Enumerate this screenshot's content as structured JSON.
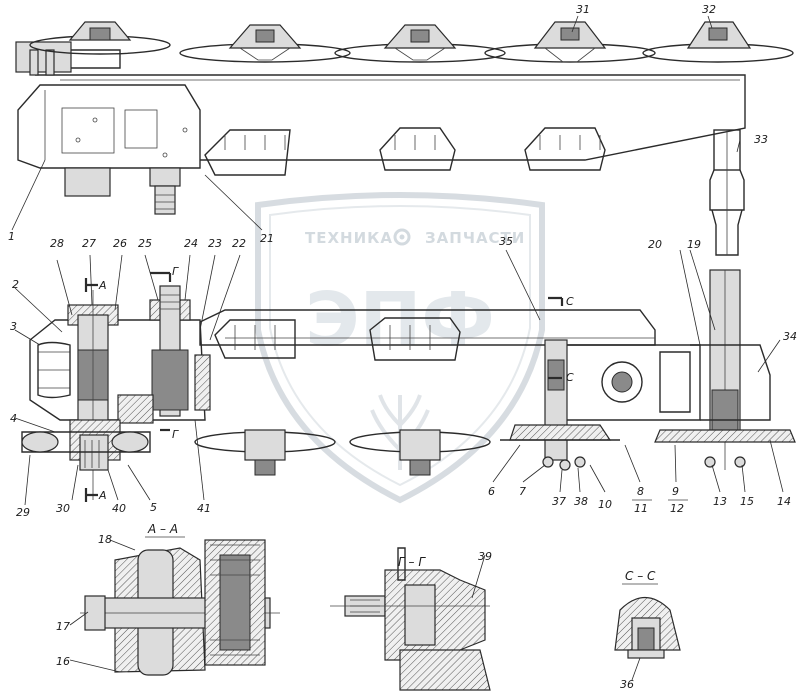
{
  "watermark": {
    "top_left": "ТЕХНИКА",
    "top_right": "ЗАПЧАСТИ",
    "big": "ЭПФ"
  },
  "sections": {
    "a": "А – А",
    "g": "Г – Г",
    "c": "С – С"
  },
  "cut_marks": {
    "a_top": "А",
    "a_bottom": "А",
    "g_top": "Г",
    "g_bottom": "Г",
    "c_top": "С",
    "c_bottom": "С"
  },
  "callouts": {
    "n1": "1",
    "n2": "2",
    "n3": "3",
    "n4": "4",
    "n5": "5",
    "n6": "6",
    "n7": "7",
    "n8": "8",
    "n9": "9",
    "n10": "10",
    "n11": "11",
    "n12": "12",
    "n13": "13",
    "n14": "14",
    "n15": "15",
    "n16": "16",
    "n17": "17",
    "n18": "18",
    "n19": "19",
    "n20": "20",
    "n21": "21",
    "n22": "22",
    "n23": "23",
    "n24": "24",
    "n25": "25",
    "n26": "26",
    "n27": "27",
    "n28": "28",
    "n29": "29",
    "n30": "30",
    "n31": "31",
    "n32": "32",
    "n33": "33",
    "n34": "34",
    "n35": "35",
    "n36": "36",
    "n37": "37",
    "n38": "38",
    "n39": "39",
    "n40": "40",
    "n41": "41"
  }
}
